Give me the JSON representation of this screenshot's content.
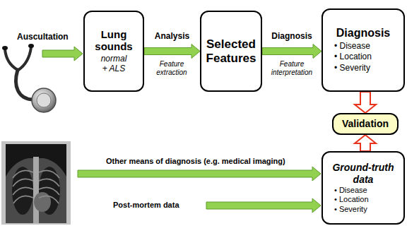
{
  "diagram": {
    "nodes": [
      {
        "text": [
          "Lung sounds",
          "normal + ALS"
        ]
      },
      {
        "text": [
          "Selected Features"
        ]
      },
      {
        "text": [
          "Diagnosis",
          "• Disease",
          "• Location",
          "• Severity"
        ]
      },
      {
        "text": [
          "Validation"
        ]
      },
      {
        "text": [
          "Ground-truth data",
          "• Disease",
          "• Location",
          "• Severity"
        ]
      }
    ],
    "edges": [
      {
        "from": 0,
        "to": 1,
        "label": "Analysis",
        "arrow": "to"
      },
      {
        "from": 1,
        "to": 2,
        "label": "Diagnosis",
        "arrow": "to"
      },
      {
        "from": 2,
        "to": 3,
        "arrow": "to"
      },
      {
        "from": 4,
        "to": 3,
        "arrow": "to"
      }
    ],
    "labels": [
      "Auscultation",
      "Feature extraction",
      "Feature interpretation",
      "Other means of diagnosis (e.g. medical imaging)",
      "Post-mortem data"
    ]
  }
}
